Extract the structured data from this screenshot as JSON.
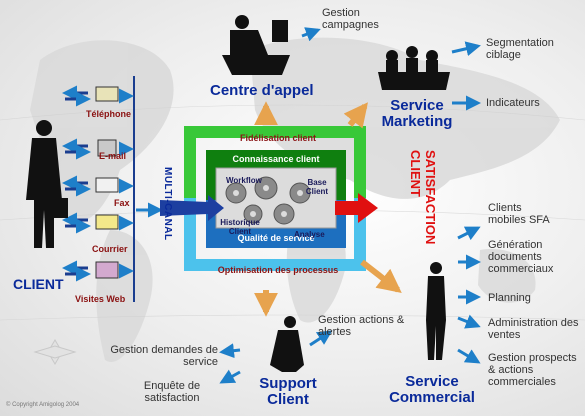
{
  "colors": {
    "title_blue": "#0a2a9a",
    "channel_red": "#8a1010",
    "satisfaction_red": "#e01010",
    "gear_green_outer": "#38c838",
    "gear_green_inner": "#0f7f0f",
    "gear_blue_outer": "#4cc2ec",
    "gear_blue_inner": "#1d6fbf",
    "arrow_blue": "#1e7fc9",
    "arrow_orange": "#e7a34e"
  },
  "client": {
    "title": "CLIENT",
    "channels": [
      "Téléphone",
      "E-mail",
      "Fax",
      "Courrier",
      "Visites Web"
    ],
    "multicanal": "MULTI-CANAL"
  },
  "gears": {
    "outer_top": "Fidélisation client",
    "inner_top": "Connaissance client",
    "inner_bottom": "Qualité de service",
    "outer_bottom": "Optimisation des processus",
    "items": [
      "Workflow",
      "Base Client",
      "Historique Client",
      "Analyse"
    ]
  },
  "satisfaction": "SATISFACTION CLIENT",
  "centre_appel": {
    "title": "Centre d'appel",
    "items": [
      "Gestion campagnes"
    ]
  },
  "service_marketing": {
    "title": "Service Marketing",
    "items": [
      "Segmentation ciblage",
      "Indicateurs"
    ]
  },
  "service_commercial": {
    "title": "Service Commercial",
    "items": [
      "Clients mobiles SFA",
      "Génération documents commerciaux",
      "Planning",
      "Administration des ventes",
      "Gestion prospects & actions commerciales"
    ]
  },
  "support_client": {
    "title": "Support Client",
    "items": [
      "Gestion actions & alertes",
      "Gestion demandes de service",
      "Enquête de satisfaction"
    ]
  },
  "copyright": "© Copyright Amigolog 2004"
}
